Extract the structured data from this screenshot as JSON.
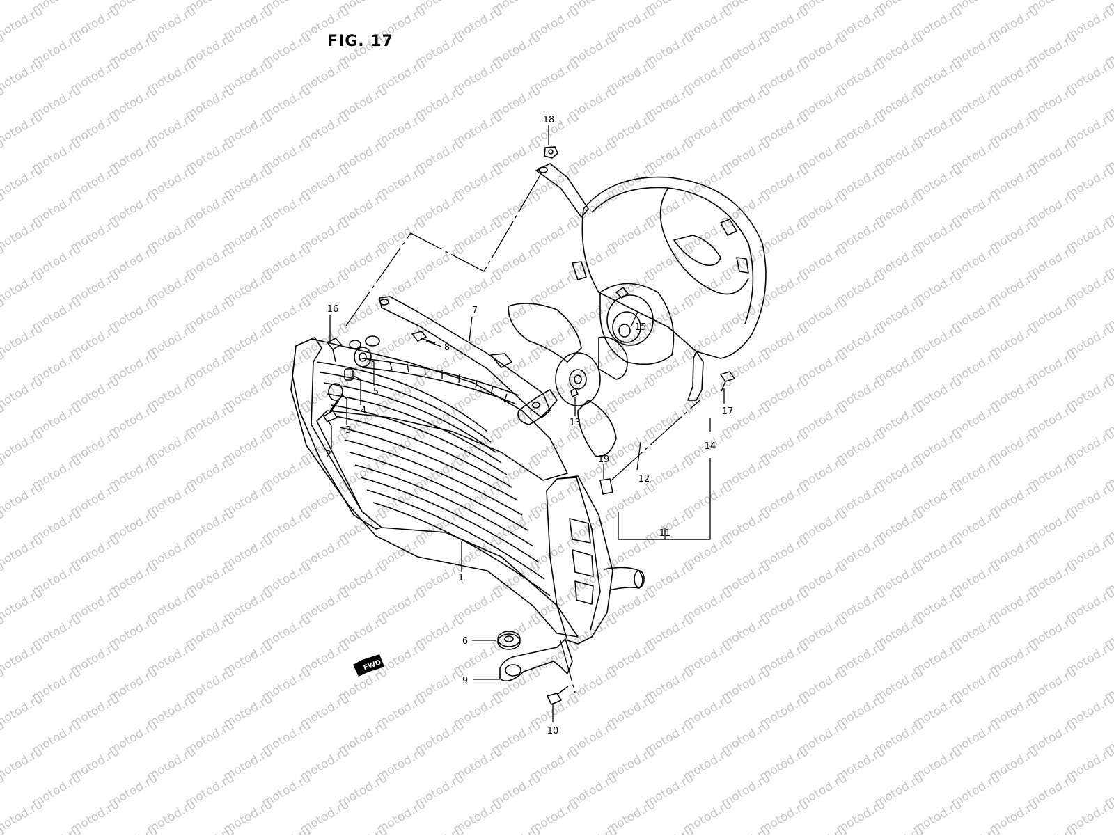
{
  "figure": {
    "title": "FIG. 17"
  },
  "watermark": {
    "text": "motod.ru"
  },
  "fwd_badge": {
    "text": "FWD"
  },
  "callouts": [
    {
      "id": "c1",
      "text": "1"
    },
    {
      "id": "c2",
      "text": "2"
    },
    {
      "id": "c3",
      "text": "3"
    },
    {
      "id": "c4",
      "text": "4"
    },
    {
      "id": "c5",
      "text": "5"
    },
    {
      "id": "c6",
      "text": "6"
    },
    {
      "id": "c7",
      "text": "7"
    },
    {
      "id": "c8",
      "text": "8"
    },
    {
      "id": "c9",
      "text": "9"
    },
    {
      "id": "c10",
      "text": "10"
    },
    {
      "id": "c11",
      "text": "11"
    },
    {
      "id": "c12",
      "text": "12"
    },
    {
      "id": "c13",
      "text": "13"
    },
    {
      "id": "c14",
      "text": "14"
    },
    {
      "id": "c15",
      "text": "15"
    },
    {
      "id": "c16",
      "text": "16"
    },
    {
      "id": "c17",
      "text": "17"
    },
    {
      "id": "c18",
      "text": "18"
    },
    {
      "id": "c19",
      "text": "19"
    }
  ],
  "colors": {
    "line": "#000000",
    "watermark": "#c4c4c4",
    "background": "#ffffff"
  }
}
